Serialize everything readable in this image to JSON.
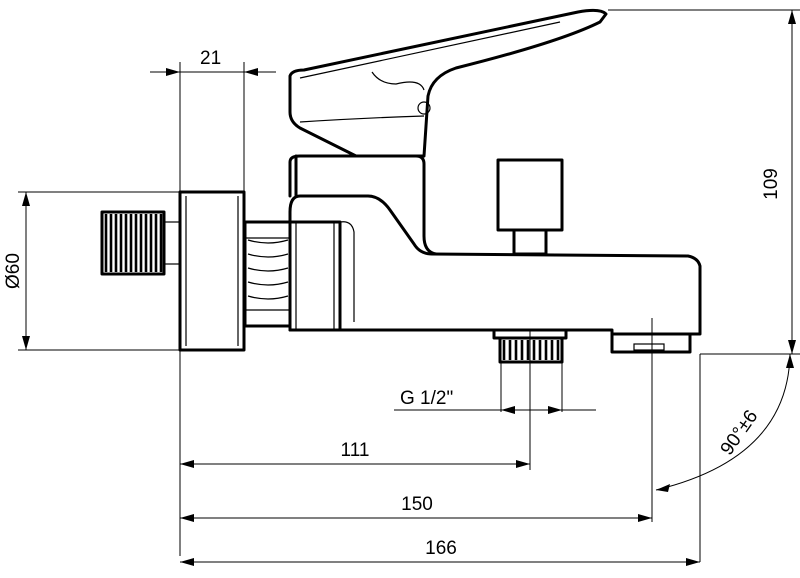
{
  "dimensions": {
    "d21": "21",
    "d60": "Ø60",
    "d109": "109",
    "thread": "G 1/2\"",
    "d111": "111",
    "d150": "150",
    "d166": "166",
    "angle": "90°±6"
  }
}
